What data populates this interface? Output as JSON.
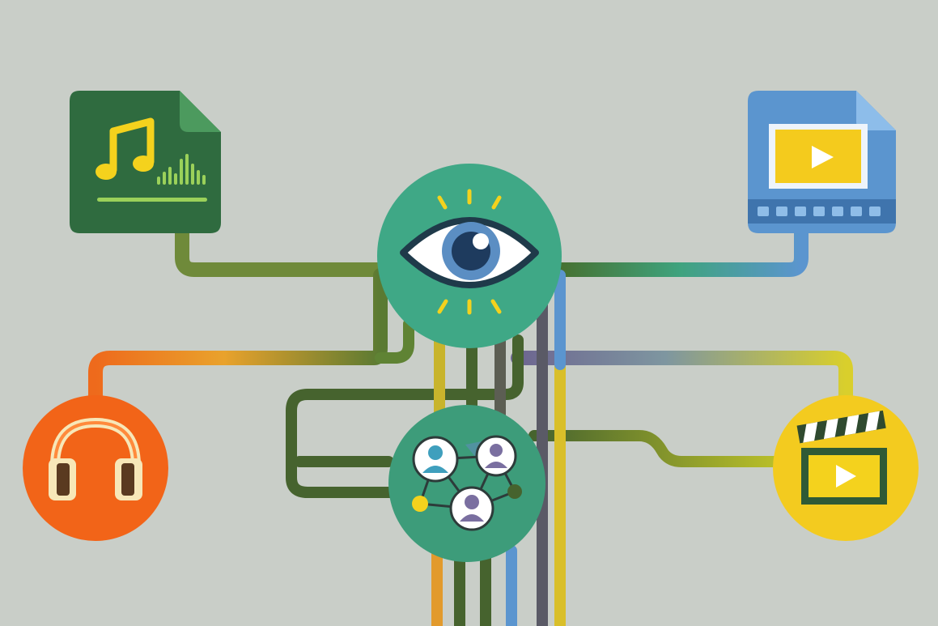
{
  "colors": {
    "background": "#c9cec8",
    "audio_file": "#2f6b3f",
    "video_file": "#5b95cf",
    "eye_hub": "#3fa886",
    "network_hub": "#3d9c7a",
    "headphones": "#f26418",
    "clapperboard": "#f3cb1f",
    "pipe_green": "#46632e",
    "pipe_olive": "#6f8a3a",
    "pipe_orange": "#e57f2a",
    "pipe_yellow": "#d9bf2a",
    "pipe_blue": "#5b95cf",
    "pipe_purple": "#6d6690",
    "pipe_red": "#c2391f",
    "accent_yellow": "#f4d21d"
  },
  "nodes": [
    {
      "id": "audio-file",
      "icon": "music-file-icon"
    },
    {
      "id": "video-file",
      "icon": "video-file-icon"
    },
    {
      "id": "eye-hub",
      "icon": "eye-icon"
    },
    {
      "id": "network-hub",
      "icon": "people-network-icon"
    },
    {
      "id": "headphones",
      "icon": "headphones-icon"
    },
    {
      "id": "clapperboard",
      "icon": "clapperboard-play-icon"
    }
  ]
}
